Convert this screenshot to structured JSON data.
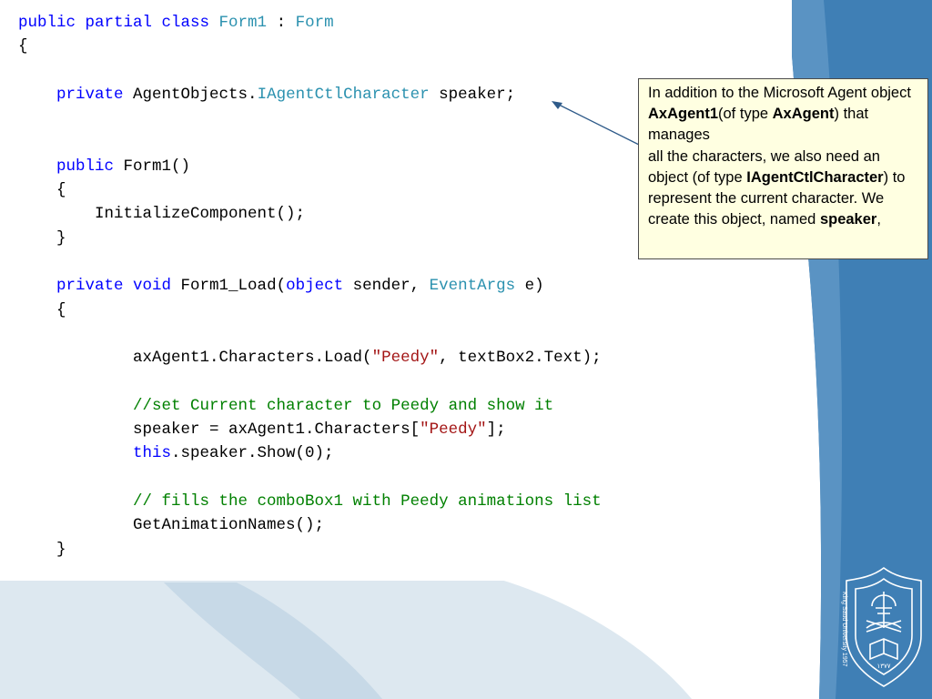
{
  "code": {
    "lines": [
      [
        {
          "t": "public partial class ",
          "c": "kw"
        },
        {
          "t": "Form1",
          "c": "ty"
        },
        {
          "t": " : "
        },
        {
          "t": "Form",
          "c": "ty"
        }
      ],
      [
        {
          "t": "{"
        }
      ],
      [],
      [
        {
          "t": "    private ",
          "c": "kw"
        },
        {
          "t": "AgentObjects."
        },
        {
          "t": "IAgentCtlCharacter",
          "c": "ty"
        },
        {
          "t": " speaker;"
        }
      ],
      [],
      [],
      [
        {
          "t": "    public ",
          "c": "kw"
        },
        {
          "t": "Form1()"
        }
      ],
      [
        {
          "t": "    {"
        }
      ],
      [
        {
          "t": "        InitializeComponent();"
        }
      ],
      [
        {
          "t": "    }"
        }
      ],
      [],
      [
        {
          "t": "    private ",
          "c": "kw"
        },
        {
          "t": "void",
          "c": "kw"
        },
        {
          "t": " Form1_Load("
        },
        {
          "t": "object",
          "c": "kw"
        },
        {
          "t": " sender, "
        },
        {
          "t": "EventArgs",
          "c": "ty"
        },
        {
          "t": " e)"
        }
      ],
      [
        {
          "t": "    {"
        }
      ],
      [],
      [
        {
          "t": "            axAgent1.Characters.Load("
        },
        {
          "t": "\"Peedy\"",
          "c": "str"
        },
        {
          "t": ", textBox2.Text);"
        }
      ],
      [],
      [
        {
          "t": "            //set Current character to Peedy and show it",
          "c": "cm"
        }
      ],
      [
        {
          "t": "            speaker = axAgent1.Characters["
        },
        {
          "t": "\"Peedy\"",
          "c": "str"
        },
        {
          "t": "];"
        }
      ],
      [
        {
          "t": "            this",
          "c": "kw"
        },
        {
          "t": ".speaker.Show(0);"
        }
      ],
      [],
      [
        {
          "t": "            // fills the comboBox1 with Peedy animations list",
          "c": "cm"
        }
      ],
      [
        {
          "t": "            GetAnimationNames();"
        }
      ],
      [
        {
          "t": "    }"
        }
      ]
    ]
  },
  "callout": {
    "segments": [
      {
        "t": "In addition to the Microsoft Agent object "
      },
      {
        "t": "AxAgent1",
        "b": true
      },
      {
        "t": "(of type "
      },
      {
        "t": "AxAgent",
        "b": true
      },
      {
        "t": ") that manages"
      },
      {
        "br": true
      },
      {
        "t": "all the characters, we also need an object (of type "
      },
      {
        "t": "IAgentCtlCharacter",
        "b": true
      },
      {
        "t": ") to represent the current character. We create this object, named "
      },
      {
        "t": "speaker",
        "b": true
      },
      {
        "t": ","
      }
    ]
  },
  "colors": {
    "keyword": "#0000ff",
    "type": "#2b91af",
    "string": "#a31515",
    "comment": "#008000",
    "callout_bg": "#ffffe1",
    "background_blue": "#3f7fb5",
    "background_light": "#dde8f0"
  },
  "icons": {
    "logo": "university-seal-logo",
    "pointer": "callout-arrow-icon"
  },
  "logo_text": {
    "english_ring": "King Saud University 1957",
    "year_mark": "١٣٧٧"
  }
}
